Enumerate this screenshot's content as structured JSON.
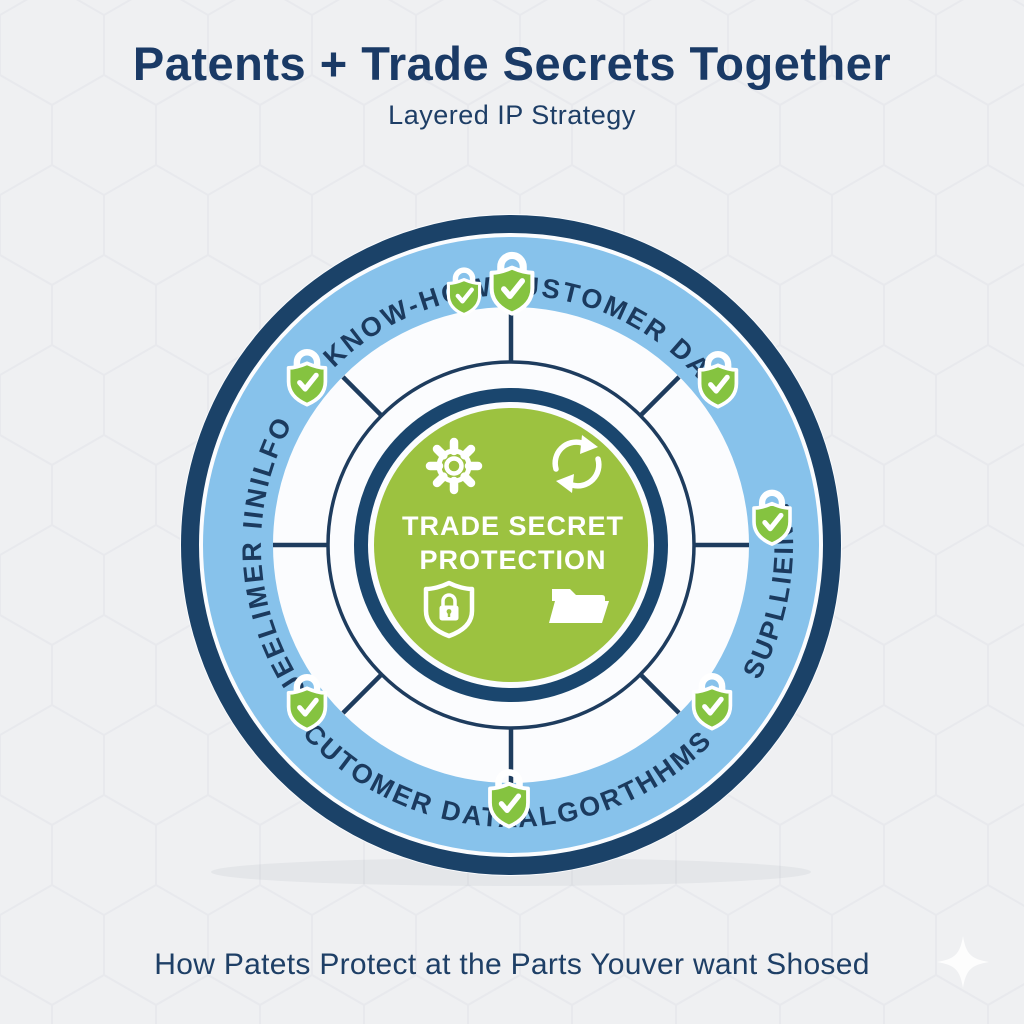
{
  "palette": {
    "background": "#eff0f2",
    "navy": "#1b4268",
    "navy_text": "#1a3a66",
    "light_blue_ring": "#87c2eb",
    "center_green": "#9cc240",
    "badge_green": "#85c340",
    "white": "#ffffff"
  },
  "header": {
    "title": "Patents + Trade Secrets Together",
    "subtitle": "Layered IP Strategy"
  },
  "diagram": {
    "center_label": {
      "line1": "TRADE SECRET",
      "line2": "PROTECTION"
    },
    "center_icons": [
      "gear-icon",
      "sync-icon",
      "shield-lock-icon",
      "folder-icon"
    ],
    "ring_labels": {
      "know_how": "KNOW-HOW",
      "customer_daw": "CUSTOMER DAW",
      "cueelimer_iinilfo": "CUEELIMER IINILFO",
      "supllieing": "SUPLLIEING",
      "algorthhms": "ALGORTHHMS",
      "cutomer_data": "CUTOMER DATA"
    },
    "lock_badge_count": 8,
    "segment_count": 8
  },
  "footer": {
    "caption": "How Patets Protect at the Parts Youver want Shosed"
  }
}
